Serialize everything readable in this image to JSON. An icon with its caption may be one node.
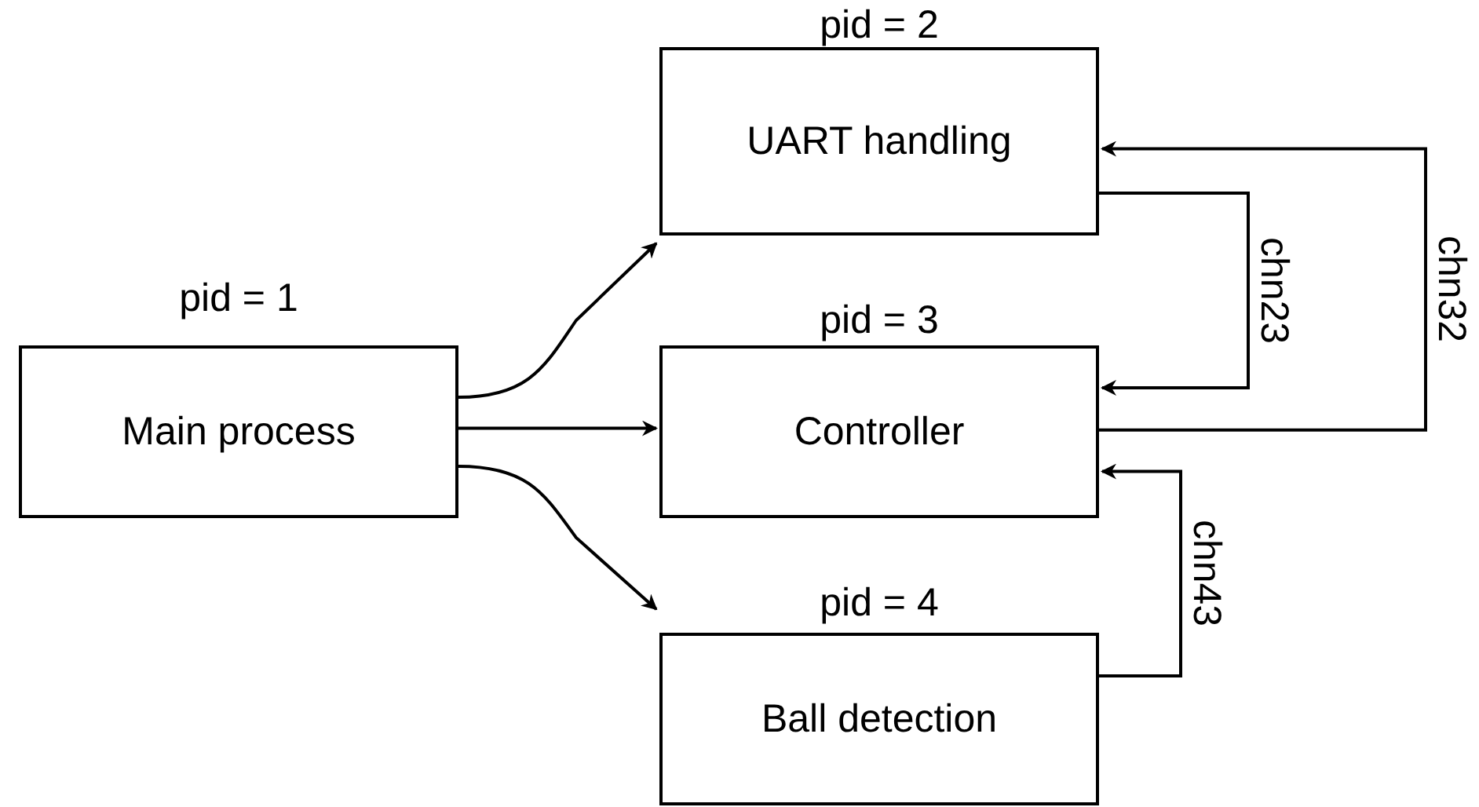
{
  "diagram": {
    "nodes": [
      {
        "text": [
          "Main process"
        ],
        "beside": [
          "pid = 1"
        ]
      },
      {
        "text": [
          "UART handling"
        ],
        "beside": [
          "pid = 2"
        ]
      },
      {
        "text": [
          "Controller"
        ],
        "beside": [
          "pid = 3"
        ]
      },
      {
        "text": [
          "Ball detection"
        ],
        "beside": [
          "pid = 4"
        ]
      }
    ],
    "edges": [
      {
        "from": 0,
        "to": 1,
        "arrow": "to"
      },
      {
        "from": 0,
        "to": 2,
        "arrow": "to"
      },
      {
        "from": 0,
        "to": 3,
        "arrow": "to"
      },
      {
        "from": 1,
        "to": 2,
        "arrow": "to",
        "label": "chn23"
      },
      {
        "from": 2,
        "to": 1,
        "arrow": "to",
        "label": "chn32"
      },
      {
        "from": 3,
        "to": 2,
        "arrow": "to",
        "label": "chn43"
      }
    ]
  }
}
